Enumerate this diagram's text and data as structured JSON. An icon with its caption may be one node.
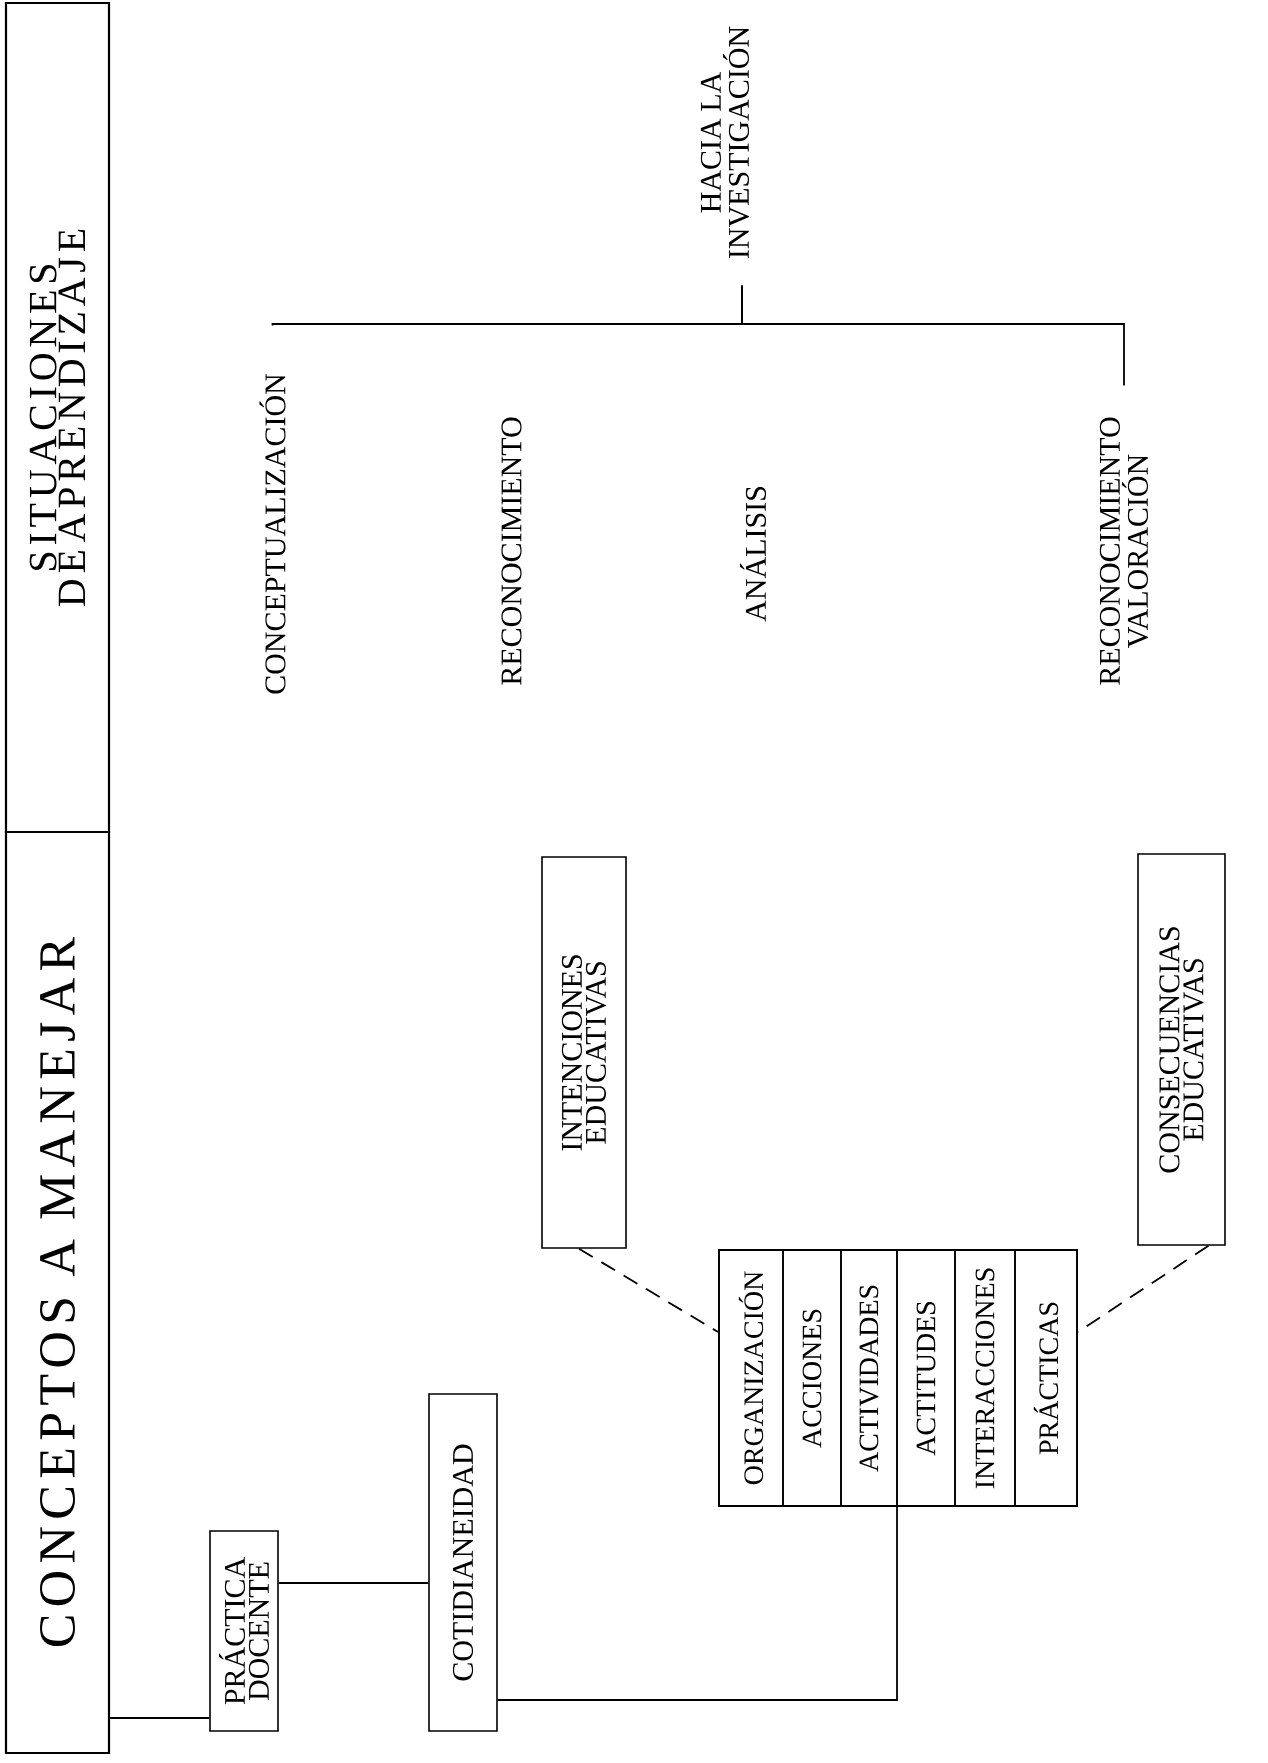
{
  "diagram": {
    "nodes": [
      {
        "text": [
          "SITUACIONES DE APRENDIZAJE"
        ]
      },
      {
        "text": [
          "CONCEPTOS A MANEJAR"
        ]
      },
      {
        "text": [
          "HACIA LA INVESTIGACIÓN"
        ]
      },
      {
        "text": [
          "CONCEPTUALIZACIÓN"
        ]
      },
      {
        "text": [
          "RECONOCIMIENTO"
        ]
      },
      {
        "text": [
          "ANÁLISIS"
        ]
      },
      {
        "text": [
          "RECONOCIMIENTO VALORACIÓN"
        ]
      },
      {
        "text": [
          "INTENCIONES EDUCATIVAS"
        ]
      },
      {
        "text": [
          "CONSECUENCIAS EDUCATIVAS"
        ]
      },
      {
        "text": [],
        "shape": "box"
      },
      {
        "text": [
          "ORGANIZACIÓN"
        ],
        "in": 9
      },
      {
        "text": [
          "ACCIONES"
        ],
        "in": 9
      },
      {
        "text": [
          "ACTIVIDADES"
        ],
        "in": 9
      },
      {
        "text": [
          "ACTITUDES"
        ],
        "in": 9
      },
      {
        "text": [
          "INTERACCIONES"
        ],
        "in": 9
      },
      {
        "text": [
          "PRÁCTICAS"
        ],
        "in": 9
      },
      {
        "text": [
          "PRÁCTICA DOCENTE"
        ]
      },
      {
        "text": [
          "COTIDIANEIDAD"
        ]
      }
    ],
    "edges": [
      {
        "from": 2,
        "to": 3,
        "arrow": "none"
      },
      {
        "from": 2,
        "to": 6,
        "arrow": "none"
      },
      {
        "from": 1,
        "to": 16,
        "arrow": "none"
      },
      {
        "from": 16,
        "to": 17,
        "arrow": "none"
      },
      {
        "from": 17,
        "to": 9,
        "arrow": "none"
      },
      {
        "from": 7,
        "to": 9,
        "arrow": "none",
        "style": "dashed"
      },
      {
        "from": 8,
        "to": 9,
        "arrow": "none",
        "style": "dashed"
      }
    ]
  }
}
